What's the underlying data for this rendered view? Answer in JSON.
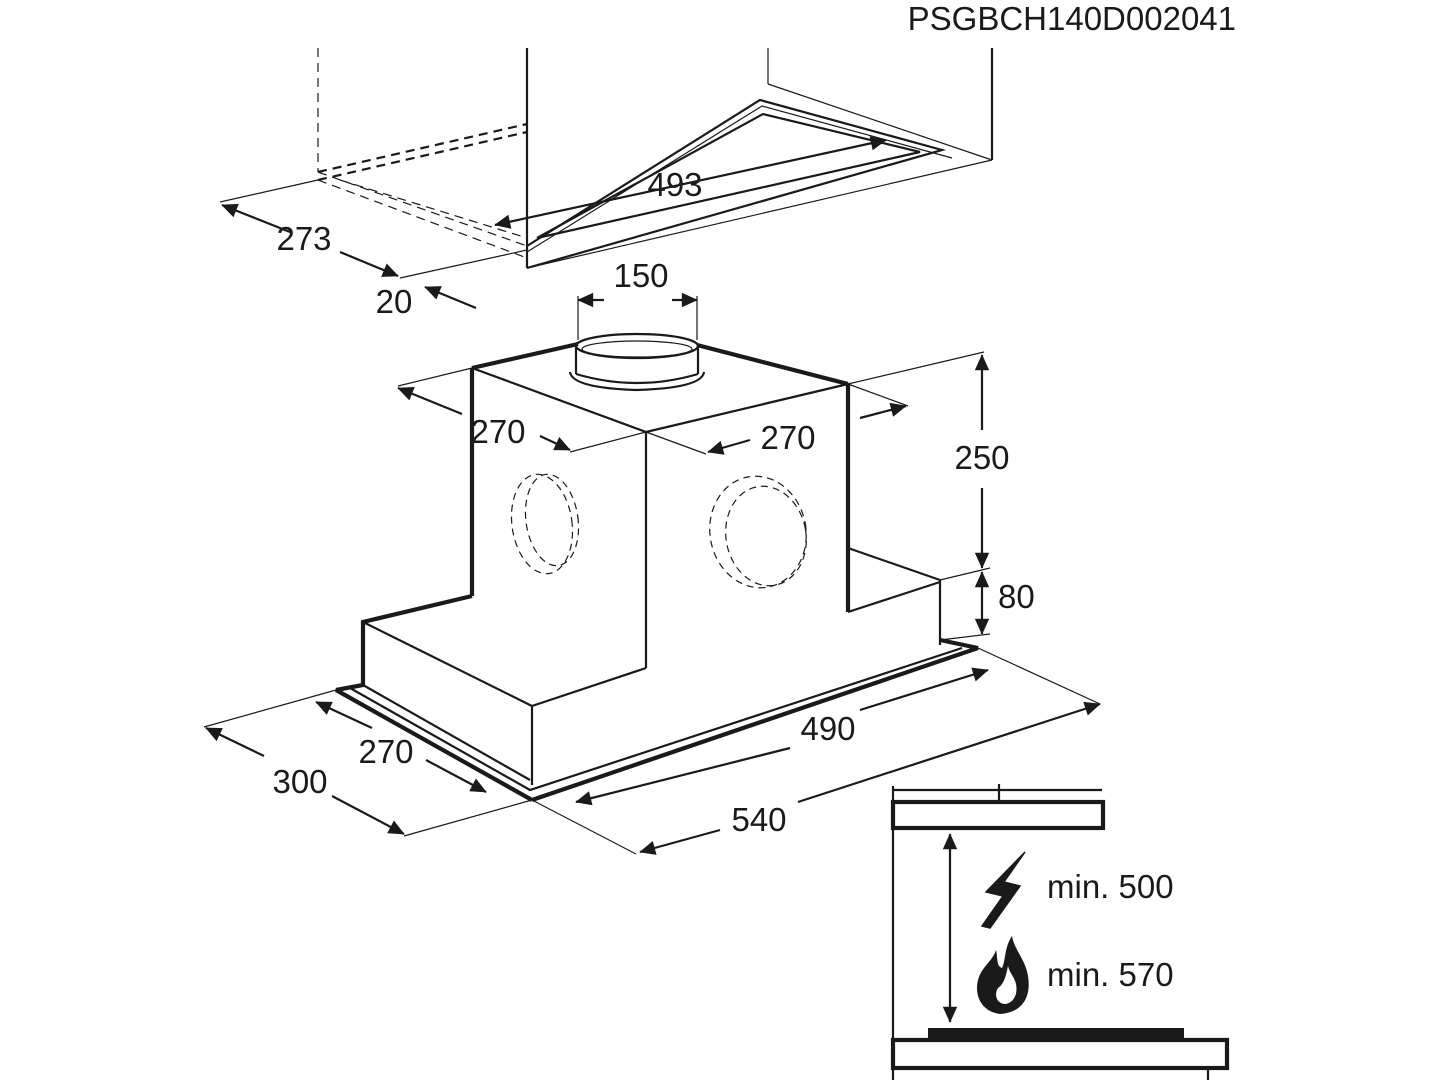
{
  "drawing_code": "PSGBCH140D002041",
  "cutout": {
    "width": "493",
    "depth": "273",
    "offset": "20"
  },
  "hood": {
    "duct_diameter": "150",
    "motor_width": "270",
    "motor_depth": "270",
    "motor_height": "250",
    "body_height": "80",
    "inner_width": "490",
    "inner_depth": "270",
    "outer_width": "540",
    "outer_depth": "300"
  },
  "clearance": {
    "electric": "min. 500",
    "gas": "min. 570",
    "electric_icon": "lightning-icon",
    "gas_icon": "flame-icon"
  }
}
